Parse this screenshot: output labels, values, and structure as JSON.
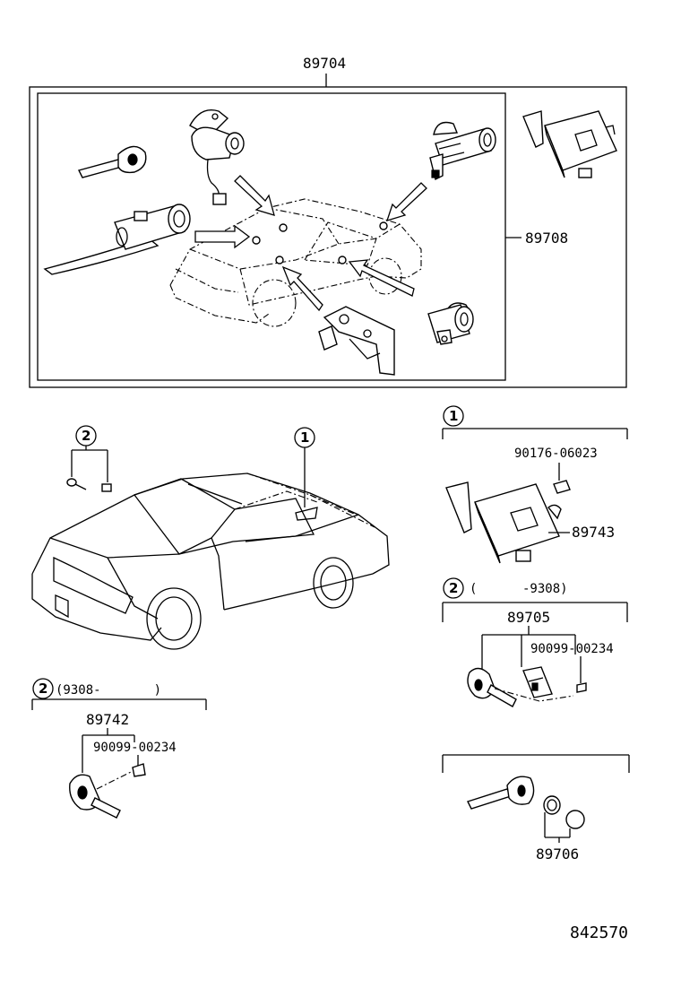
{
  "labels": {
    "kit_top": "89704",
    "kit_side": "89708",
    "receiver": "89743",
    "receiver_screw": "90176-06023",
    "transmitter_set_a": "89705",
    "screw_a": "90099-00234",
    "transmitter_set_b": "89742",
    "screw_b": "90099-00234",
    "key_parts": "89706",
    "diagram_id": "842570"
  },
  "callouts": {
    "one": "1",
    "two": "2",
    "range_a_note": "(      -9308)",
    "range_b_note": "(9308-       )"
  }
}
